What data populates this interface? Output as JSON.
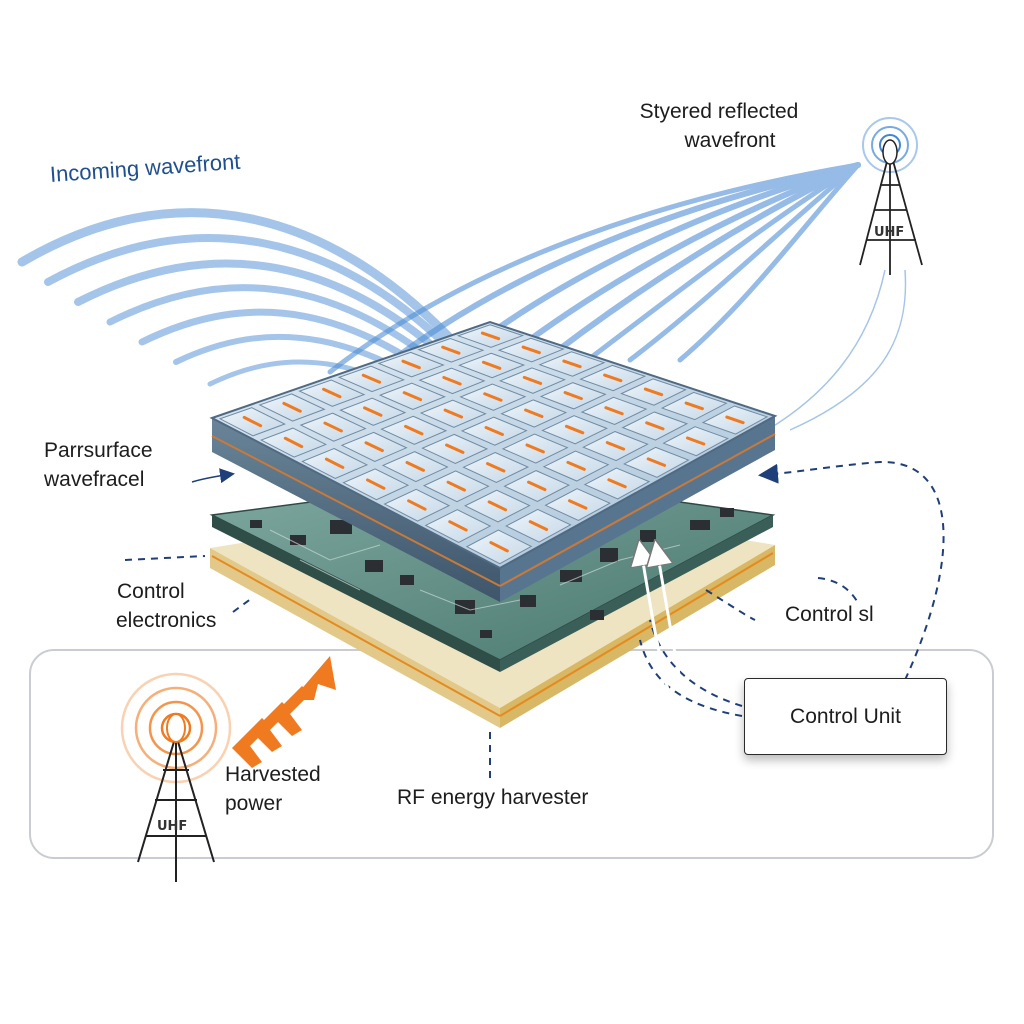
{
  "labels": {
    "incoming": "Incoming wavefront",
    "steered_line1": "Styered reflected",
    "steered_line2": "wavefront",
    "surface_line1": "Parrsurface",
    "surface_line2": "wavefracel",
    "electronics_line1": "Control",
    "electronics_line2": "electronics",
    "control_signal": "Control sl",
    "control_unit": "Control Unit",
    "harvested_line1": "Harvested",
    "harvested_line2": "power",
    "harvester": "RF energy harvester"
  },
  "towers": {
    "top_right_tag": "UHF",
    "bottom_left_tag": "UHF"
  },
  "colors": {
    "wave_blue": "#4f8fd6",
    "panel_blue": "#b9d0e2",
    "pcb_green": "#5d8f86",
    "orange": "#f07a1f",
    "dash_navy": "#1f3f7a"
  }
}
